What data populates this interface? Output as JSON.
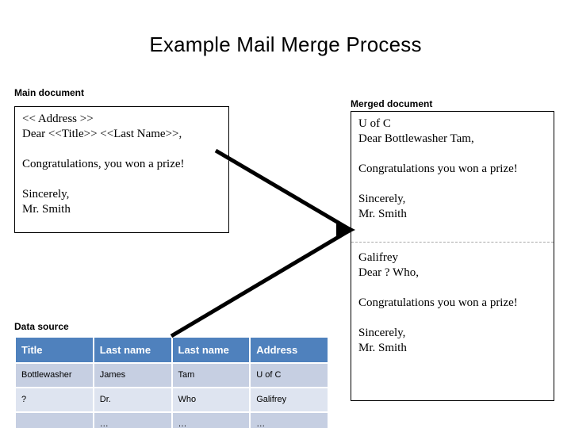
{
  "slide": {
    "title": "Example Mail Merge Process",
    "background_color": "#FFFFFF"
  },
  "main_document": {
    "caption": "Main document",
    "lines": [
      "<< Address >>",
      "Dear <<Title>> <<Last Name>>,",
      "",
      "Congratulations, you won a prize!",
      "",
      "Sincerely,",
      "Mr. Smith"
    ]
  },
  "merged_document": {
    "caption": "Merged document",
    "letters": [
      {
        "lines": [
          "U of C",
          "Dear Bottlewasher Tam,",
          "",
          "Congratulations you won a prize!",
          "",
          "Sincerely,",
          "Mr. Smith"
        ]
      },
      {
        "lines": [
          "Galifrey",
          "Dear ? Who,",
          "",
          "Congratulations you won a prize!",
          "",
          "Sincerely,",
          "Mr. Smith"
        ]
      }
    ],
    "divider_style": "dashed"
  },
  "data_source": {
    "caption": "Data source",
    "header_color": "#4F81BD",
    "row_color_odd": "#C6CFE2",
    "row_color_even": "#DEE4F0",
    "columns": [
      "Title",
      "Last name",
      "Last name",
      "Address"
    ],
    "rows": [
      [
        "Bottlewasher",
        "James",
        "Tam",
        "U of C"
      ],
      [
        "?",
        "Dr.",
        "Who",
        "Galifrey"
      ],
      [
        "",
        "…",
        "…",
        "…"
      ]
    ]
  },
  "arrows": {
    "color": "#000000",
    "items": [
      {
        "name": "main-document-to-merged-document",
        "from": "main document right edge",
        "to": "merged document left edge"
      },
      {
        "name": "data-source-to-merged-document",
        "from": "data source table top",
        "to": "merged document left edge"
      }
    ]
  }
}
